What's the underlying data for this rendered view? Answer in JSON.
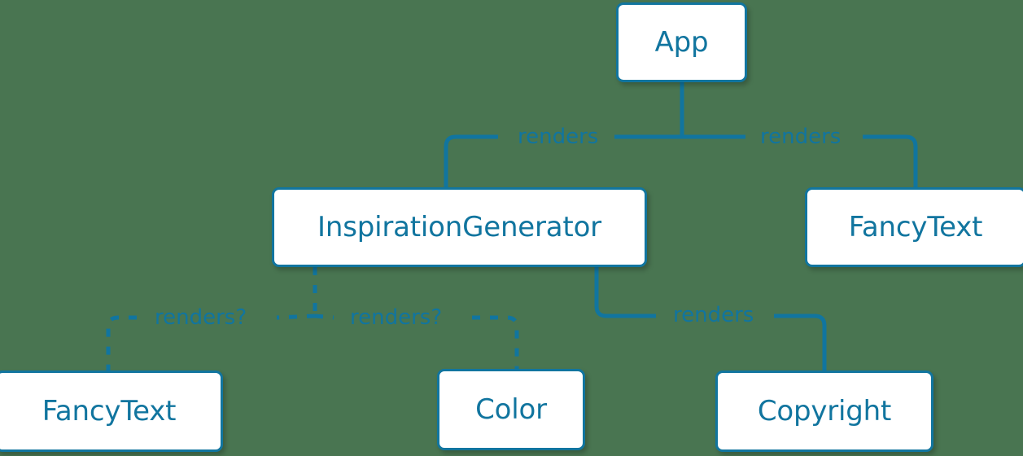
{
  "diagram": {
    "type": "component-tree",
    "background_color": "#497551",
    "accent_color": "#11759f",
    "node_fill_color": "#ffffff",
    "nodes": [
      {
        "id": "app",
        "label": "App"
      },
      {
        "id": "inspirationgenerator",
        "label": "InspirationGenerator"
      },
      {
        "id": "fancytext-right",
        "label": "FancyText"
      },
      {
        "id": "fancytext-bottom",
        "label": "FancyText"
      },
      {
        "id": "color",
        "label": "Color"
      },
      {
        "id": "copyright",
        "label": "Copyright"
      }
    ],
    "edges": [
      {
        "from": "app",
        "to": "inspirationgenerator",
        "label": "renders",
        "style": "solid"
      },
      {
        "from": "app",
        "to": "fancytext-right",
        "label": "renders",
        "style": "solid"
      },
      {
        "from": "inspirationgenerator",
        "to": "fancytext-bottom",
        "label": "renders?",
        "style": "dashed"
      },
      {
        "from": "inspirationgenerator",
        "to": "color",
        "label": "renders?",
        "style": "dashed"
      },
      {
        "from": "inspirationgenerator",
        "to": "copyright",
        "label": "renders",
        "style": "solid"
      }
    ]
  }
}
